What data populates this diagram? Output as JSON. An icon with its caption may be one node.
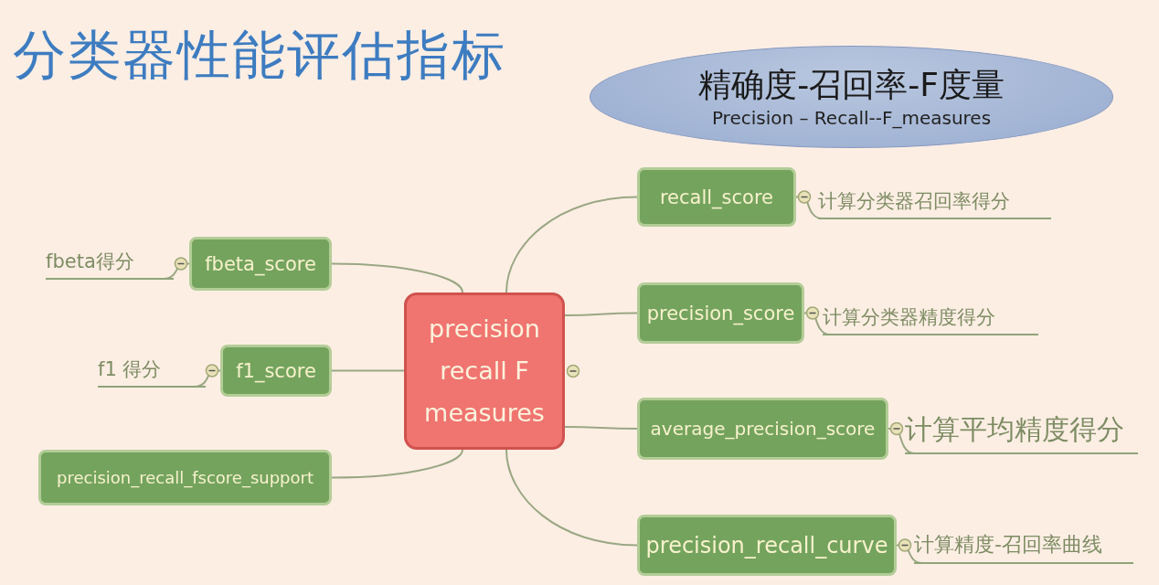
{
  "diagram": {
    "title": "分类器性能评估指标",
    "nodes": [
      {
        "text": [
          "精确度-召回率-F度量",
          "Precision – Recall--F_measures"
        ]
      },
      {
        "text": [
          "precision recall F measures"
        ]
      },
      {
        "text": [
          "fbeta_score"
        ]
      },
      {
        "text": [
          "fbeta得分"
        ]
      },
      {
        "text": [
          "f1_score"
        ]
      },
      {
        "text": [
          "f1 得分"
        ]
      },
      {
        "text": [
          "precision_recall_fscore_support"
        ]
      },
      {
        "text": [
          "recall_score"
        ]
      },
      {
        "text": [
          "计算分类器召回率得分"
        ]
      },
      {
        "text": [
          "precision_score"
        ]
      },
      {
        "text": [
          "计算分类器精度得分"
        ]
      },
      {
        "text": [
          "average_precision_score"
        ]
      },
      {
        "text": [
          "计算平均精度得分"
        ]
      },
      {
        "text": [
          "precision_recall_curve"
        ]
      },
      {
        "text": [
          "计算精度-召回率曲线"
        ]
      }
    ],
    "edges": [
      {
        "from": 1,
        "to": 2,
        "arrow": "none"
      },
      {
        "from": 2,
        "to": 3,
        "arrow": "none"
      },
      {
        "from": 1,
        "to": 4,
        "arrow": "none"
      },
      {
        "from": 4,
        "to": 5,
        "arrow": "none"
      },
      {
        "from": 1,
        "to": 6,
        "arrow": "none"
      },
      {
        "from": 1,
        "to": 7,
        "arrow": "none"
      },
      {
        "from": 7,
        "to": 8,
        "arrow": "none"
      },
      {
        "from": 1,
        "to": 9,
        "arrow": "none"
      },
      {
        "from": 9,
        "to": 10,
        "arrow": "none"
      },
      {
        "from": 1,
        "to": 11,
        "arrow": "none"
      },
      {
        "from": 11,
        "to": 12,
        "arrow": "none"
      },
      {
        "from": 1,
        "to": 13,
        "arrow": "none"
      },
      {
        "from": 13,
        "to": 14,
        "arrow": "none"
      }
    ]
  }
}
